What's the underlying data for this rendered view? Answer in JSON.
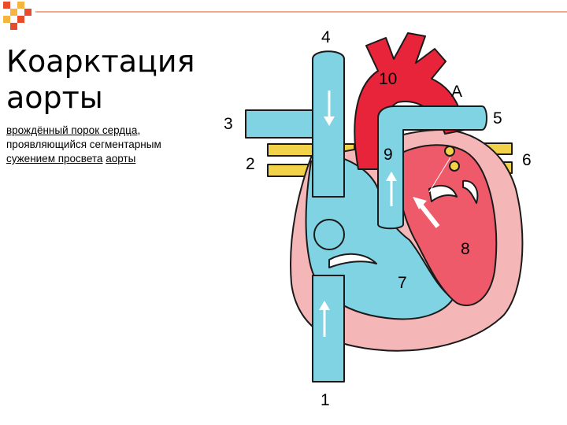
{
  "slide": {
    "title_line1": "Коарктация",
    "title_line2": "аорты",
    "description": {
      "link1": "врождённый порок сердца",
      "text1": ", ",
      "text2": "проявляющийся сегментарным ",
      "link2": "сужением просвета",
      "text3": " ",
      "link3": "аорты"
    }
  },
  "diagram": {
    "labels": {
      "n1": "1",
      "n2": "2",
      "n3": "3",
      "n4": "4",
      "n5": "5",
      "n6": "6",
      "n7": "7",
      "n8": "8",
      "n9": "9",
      "n10": "10",
      "a": "A"
    }
  },
  "colors": {
    "accent": "#e84c2b",
    "vein_blue": "#7fd3e3",
    "artery_red": "#e8243a",
    "heart_pink": "#f4b6b6",
    "ventricle_red": "#ef5a6a",
    "vessel_yellow": "#f2d249"
  }
}
